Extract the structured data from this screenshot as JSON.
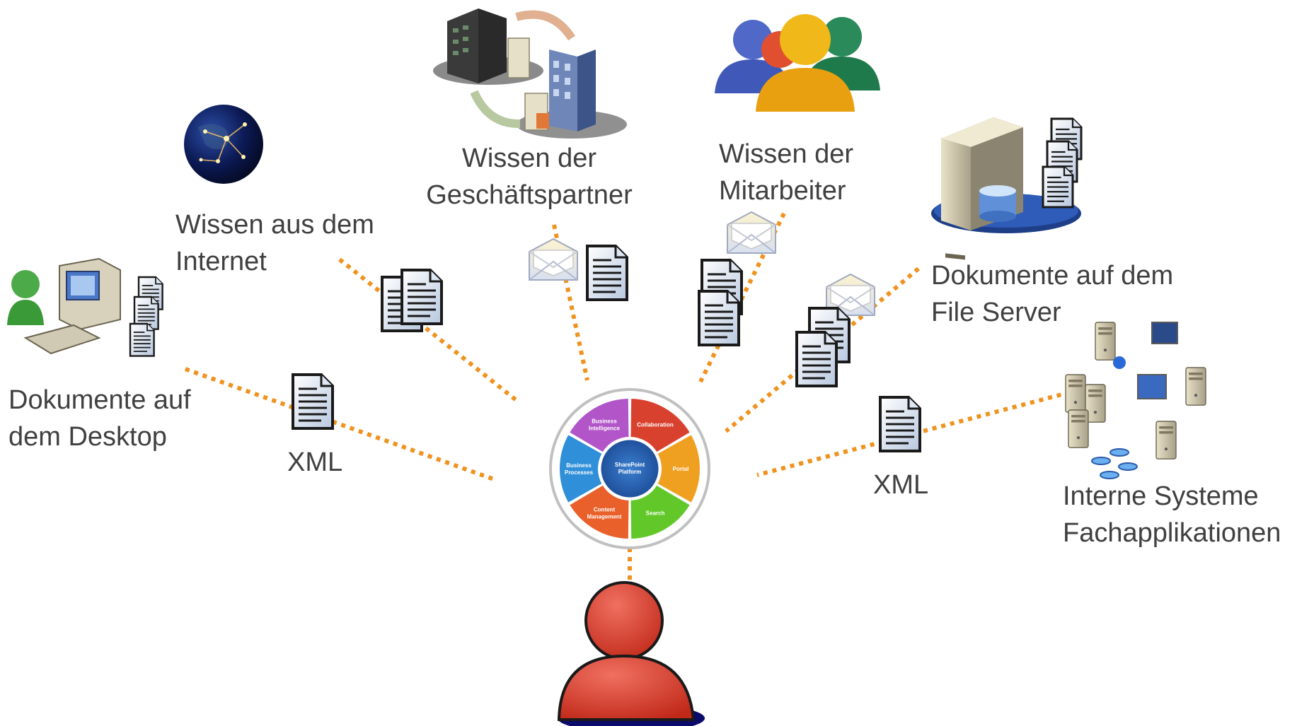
{
  "sources": {
    "internet": {
      "line1": "Wissen aus dem",
      "line2": "Internet"
    },
    "partners": {
      "line1": "Wissen der",
      "line2": "Geschäftspartner"
    },
    "employees": {
      "line1": "Wissen der",
      "line2": "Mitarbeiter"
    },
    "fileserver": {
      "line1": "Dokumente auf dem",
      "line2": "File Server"
    },
    "desktop": {
      "line1": "Dokumente auf",
      "line2": "dem Desktop"
    },
    "internal": {
      "line1": "Interne Systeme",
      "line2": "Fachapplikationen"
    }
  },
  "xml_left": "XML",
  "xml_right": "XML",
  "wheel": {
    "center": [
      "SharePoint",
      "Platform"
    ],
    "segments": [
      {
        "label": [
          "Collaboration"
        ],
        "color": "#d9412f"
      },
      {
        "label": [
          "Portal"
        ],
        "color": "#f0a020"
      },
      {
        "label": [
          "Search"
        ],
        "color": "#62c82a"
      },
      {
        "label": [
          "Content",
          "Management"
        ],
        "color": "#e9602a"
      },
      {
        "label": [
          "Business",
          "Processes"
        ],
        "color": "#2f8fd8"
      },
      {
        "label": [
          "Business",
          "Intelligence"
        ],
        "color": "#b255c8"
      }
    ]
  },
  "colors": {
    "connector": "#f0921e",
    "user": "#d93a2a",
    "text": "#404040"
  },
  "icons": [
    "globe-icon",
    "buildings-icon",
    "people-icon",
    "server-icon",
    "desktop-computer-icon",
    "network-systems-icon",
    "document-icon",
    "envelope-icon",
    "user-icon"
  ]
}
